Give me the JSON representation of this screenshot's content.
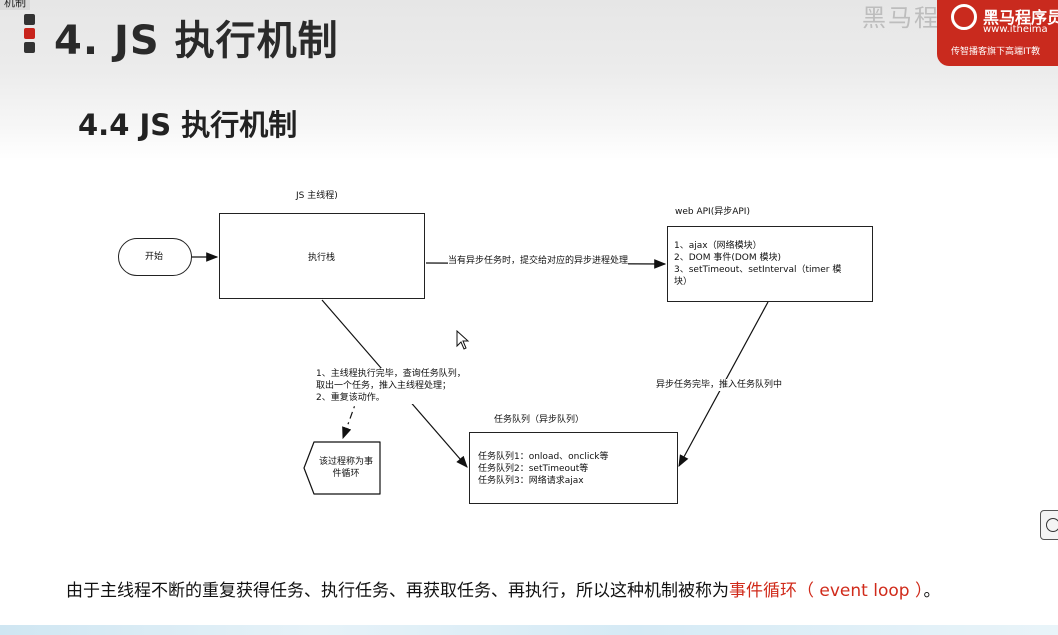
{
  "slide": {
    "corner_label": "机制",
    "title": "4. JS 执行机制",
    "subtitle": "4.4 JS 执行机制",
    "watermark": "黑马程序员"
  },
  "logo": {
    "name": "黑马程序员",
    "url": "www.itheima",
    "slogan": "传智播客旗下高端IT教"
  },
  "diagram": {
    "main_thread_label": "JS 主线程)",
    "start_label": "开始",
    "exec_stack_label": "执行栈",
    "arrow_async_label": "当有异步任务时，提交给对应的异步进程处理",
    "webapi_title": "web API(异步API)",
    "webapi_lines": [
      "1、ajax（网络模块）",
      "2、DOM 事件(DOM 模块)",
      "3、setTimeout、setInterval（timer 模",
      "块）"
    ],
    "async_done_label": "异步任务完毕，推入任务队列中",
    "loop_steps": [
      "1、主线程执行完毕，查询任务队列，",
      "取出一个任务，推入主线程处理；",
      "2、重复该动作。"
    ],
    "queue_title": "任务队列（异步队列）",
    "queue_lines": [
      "任务队列1：onload、onclick等",
      "任务队列2：setTimeout等",
      "任务队列3：网络请求ajax"
    ],
    "event_loop_lines": [
      "该过程称为事",
      "件循环"
    ]
  },
  "footer": {
    "text": "由于主线程不断的重复获得任务、执行任务、再获取任务、再执行，所以这种机制被称为",
    "highlight": "事件循环（ event loop ）",
    "end": "。"
  },
  "colors": {
    "accent_red": "#c92a1e",
    "highlight_red": "#d02a1a",
    "bullet_dark": "#333333"
  }
}
